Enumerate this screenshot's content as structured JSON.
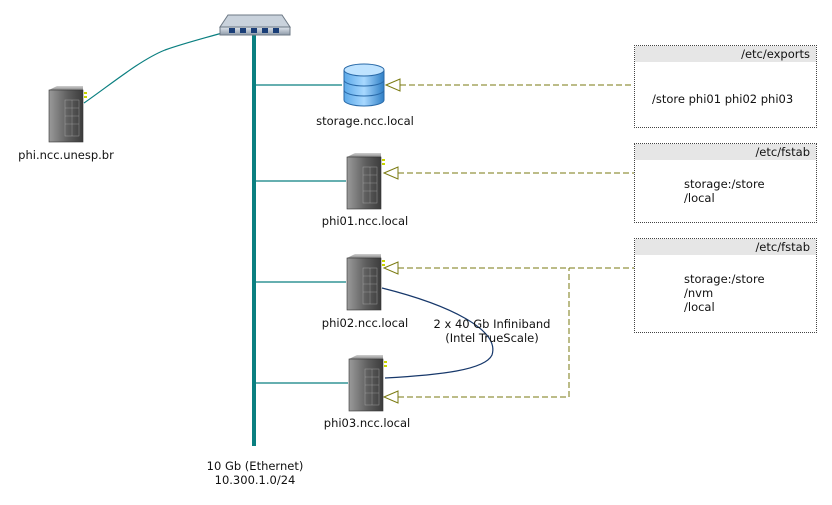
{
  "nodes": {
    "gateway": {
      "label": "phi.ncc.unesp.br"
    },
    "storage": {
      "label": "storage.ncc.local"
    },
    "phi01": {
      "label": "phi01.ncc.local"
    },
    "phi02": {
      "label": "phi02.ncc.local"
    },
    "phi03": {
      "label": "phi03.ncc.local"
    }
  },
  "network": {
    "ethernet_line1": "10 Gb (Ethernet)",
    "ethernet_line2": "10.300.1.0/24",
    "infiniband_line1": "2 x 40 Gb Infiniband",
    "infiniband_line2": "(Intel TrueScale)"
  },
  "notes": [
    {
      "title": "/etc/exports",
      "lines": [
        "/store phi01 phi02 phi03"
      ]
    },
    {
      "title": "/etc/fstab",
      "lines": [
        "storage:/store",
        "/local"
      ]
    },
    {
      "title": "/etc/fstab",
      "lines": [
        "storage:/store",
        "/nvm",
        "/local"
      ]
    }
  ],
  "colors": {
    "ethernet": "#0a7f80",
    "infiniband": "#17386b",
    "dependency": "#7a7a10"
  }
}
